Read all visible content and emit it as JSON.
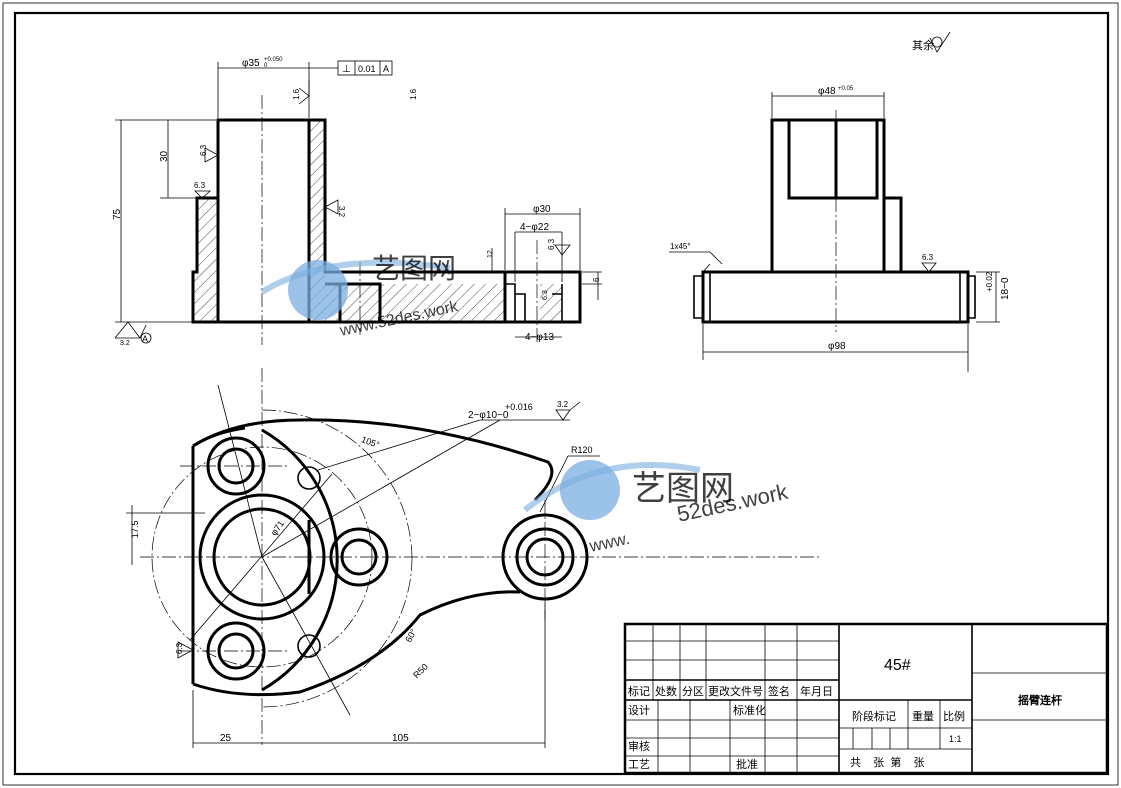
{
  "watermark": {
    "brand": "艺图网",
    "url_top": "www.52des.work",
    "url_right": "52des.work",
    "url_right_prefix": "www."
  },
  "roughness_general": "其余",
  "front_view": {
    "dims": {
      "bore_dia": "φ35",
      "bore_tol_upper": "+0.050",
      "bore_tol_lower": "0",
      "perp_symbol": "⊥",
      "perp_value": "0.01",
      "perp_datum": "A",
      "ra_top": "1.6",
      "stray_mark": "1.6",
      "height_30": "30",
      "height_75": "75",
      "ra_63_a": "6.3",
      "ra_63_b": "6.3",
      "ra_32_side": "3.2",
      "ra_32_base": "3.2",
      "datum_a": "A",
      "d30": "φ30",
      "d22": "4−φ22",
      "d13": "4−φ13",
      "t6": "6",
      "t12": "12",
      "ra_63_c": "6.3",
      "ra_63_d": "6.3"
    }
  },
  "side_view": {
    "dims": {
      "d48": "φ48",
      "d48_tol": "+0.05",
      "chamfer": "1x45°",
      "ra_63": "6.3",
      "d98": "φ98",
      "h18": "18−0",
      "h18_tol": "+0.02"
    }
  },
  "top_view": {
    "dims": {
      "hole_note": "2−φ10−0",
      "hole_tol": "+0.016",
      "ra_32": "3.2",
      "r120": "R120",
      "a105": "105°",
      "d71": "φ71",
      "v175": "17.5",
      "a60": "60°",
      "r50": "R50",
      "ra_63": "6.3",
      "h25": "25",
      "h105": "105"
    }
  },
  "title_block": {
    "material": "45#",
    "part_name": "摇臂连杆",
    "headers": [
      "标记",
      "处数",
      "分区",
      "更改文件号",
      "签名",
      "年月日"
    ],
    "design": "设计",
    "standard": "标准化",
    "stage_mark": "阶段标记",
    "weight": "重量",
    "scale_label": "比例",
    "scale_value": "1:1",
    "review": "审核",
    "process": "工艺",
    "approve": "批准",
    "sheets": "共    张  第    张"
  }
}
